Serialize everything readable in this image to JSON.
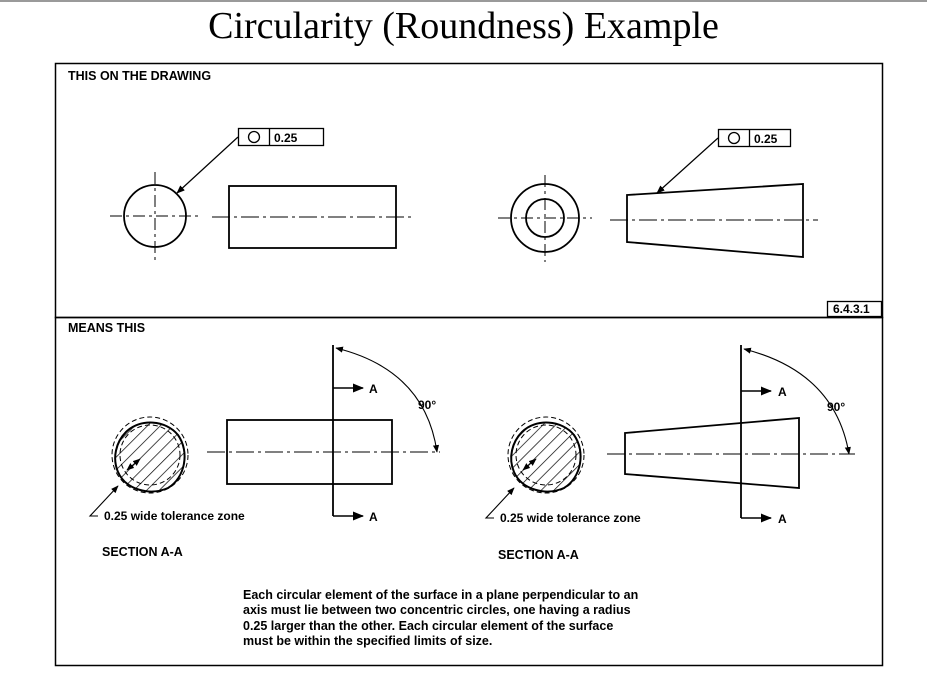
{
  "title": "Circularity (Roundness) Example",
  "top_panel": {
    "label": "THIS ON THE DRAWING",
    "frame_left": {
      "symbol": "circularity-symbol",
      "tolerance": "0.25"
    },
    "frame_right": {
      "symbol": "circularity-symbol",
      "tolerance": "0.25"
    },
    "ref": "6.4.3.1"
  },
  "bottom_panel": {
    "label": "MEANS THIS",
    "left": {
      "section_mark_top": "A",
      "section_mark_bottom": "A",
      "angle": "90°",
      "zone": "0.25 wide tolerance zone",
      "section_label": "SECTION A-A"
    },
    "right": {
      "section_mark_top": "A",
      "section_mark_bottom": "A",
      "angle": "90°",
      "zone": "0.25 wide tolerance zone",
      "section_label": "SECTION A-A"
    },
    "explanation": [
      "Each circular element of the surface in a plane perpendicular to an",
      "axis must lie between two concentric circles, one having a radius",
      "0.25 larger than the other.  Each circular element of the surface",
      "must be within the specified limits of size."
    ]
  }
}
